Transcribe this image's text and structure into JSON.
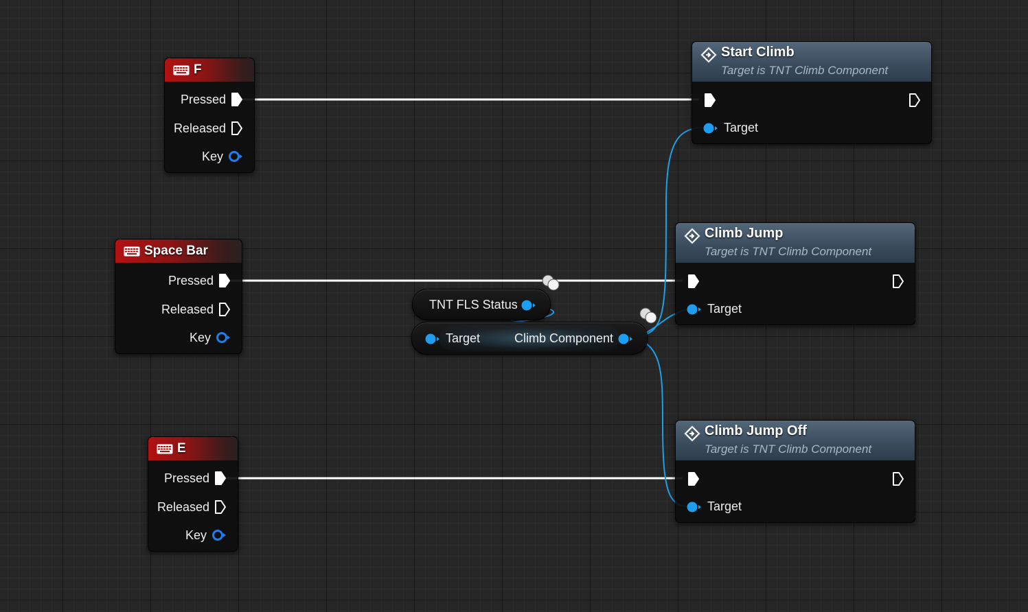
{
  "events": [
    {
      "key": "F",
      "pins": {
        "pressed": "Pressed",
        "released": "Released",
        "key": "Key"
      }
    },
    {
      "key": "Space Bar",
      "pins": {
        "pressed": "Pressed",
        "released": "Released",
        "key": "Key"
      }
    },
    {
      "key": "E",
      "pins": {
        "pressed": "Pressed",
        "released": "Released",
        "key": "Key"
      }
    }
  ],
  "functions": [
    {
      "title": "Start Climb",
      "subtitle": "Target is TNT Climb Component",
      "target_label": "Target"
    },
    {
      "title": "Climb Jump",
      "subtitle": "Target is TNT Climb Component",
      "target_label": "Target"
    },
    {
      "title": "Climb Jump Off",
      "subtitle": "Target is TNT Climb Component",
      "target_label": "Target"
    }
  ],
  "variable_node": {
    "label": "TNT FLS Status"
  },
  "getter_node": {
    "input_label": "Target",
    "output_label": "Climb Component"
  },
  "colors": {
    "exec_wire": "#ffffff",
    "object_wire": "#1f9fe6",
    "event_header": "#b11212",
    "function_header": "#4a5e72",
    "object_pin": "#1e9ef0"
  },
  "icons": {
    "event": "keyboard-icon",
    "function": "function-icon",
    "exec": "exec-pin-icon",
    "object": "object-pin-icon"
  }
}
